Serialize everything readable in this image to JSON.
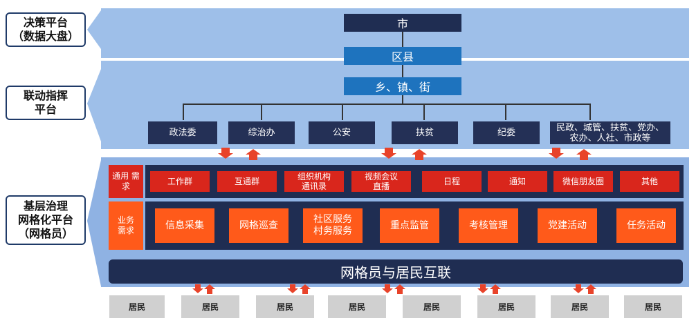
{
  "side_labels": {
    "decision": "决策平台\n（数据大盘）",
    "linkage": "联动指挥\n平台",
    "grassroots": "基层治理\n网格化平台\n（网格员）"
  },
  "hierarchy": {
    "city": "市",
    "district": "区县",
    "township": "乡、镇、街"
  },
  "departments": [
    "政法委",
    "综治办",
    "公安",
    "扶贫",
    "纪委",
    "民政、城管、扶贫、党办、农办、人社、市政等"
  ],
  "general_needs": {
    "category": "通用\n需求",
    "items": [
      "工作群",
      "互通群",
      "组织机构\n通讯录",
      "视频会议\n直播",
      "日程",
      "通知",
      "微信朋友圈",
      "其他"
    ]
  },
  "business_needs": {
    "category": "业务\n需求",
    "items": [
      "信息采集",
      "网格巡查",
      "社区服务\n村务服务",
      "重点监管",
      "考核管理",
      "党建活动",
      "任务活动"
    ]
  },
  "interconnect_bar": "网格员与居民互联",
  "residents": [
    "居民",
    "居民",
    "居民",
    "居民",
    "居民",
    "居民",
    "居民",
    "居民"
  ],
  "colors": {
    "panel": "#9ebfe9",
    "navy": "#1f2d52",
    "blue": "#1e73be",
    "red": "#d9261c",
    "orange": "#ff5a1a",
    "resident": "#d0d0d0"
  }
}
